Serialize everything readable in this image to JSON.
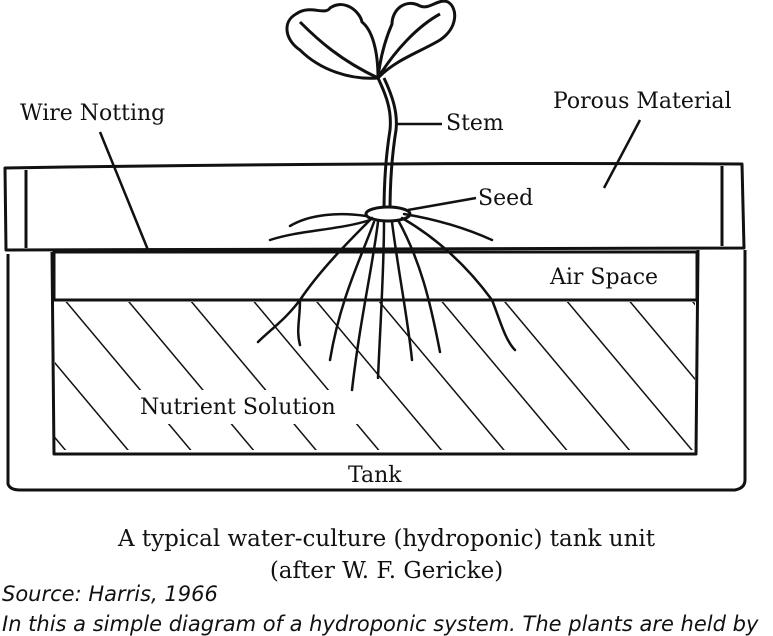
{
  "labels": {
    "wire_notting": "Wire Notting",
    "stem": "Stem",
    "porous_material": "Porous Material",
    "seed": "Seed",
    "air_space": "Air Space",
    "nutrient_solution": "Nutrient Solution",
    "tank": "Tank"
  },
  "caption": {
    "line1": "A typical water-culture (hydroponic) tank unit",
    "line2": "(after W. F. Gericke)"
  },
  "source": "Source: Harris, 1966",
  "note": "In this a simple diagram of a hydroponic system. The plants are held by"
}
